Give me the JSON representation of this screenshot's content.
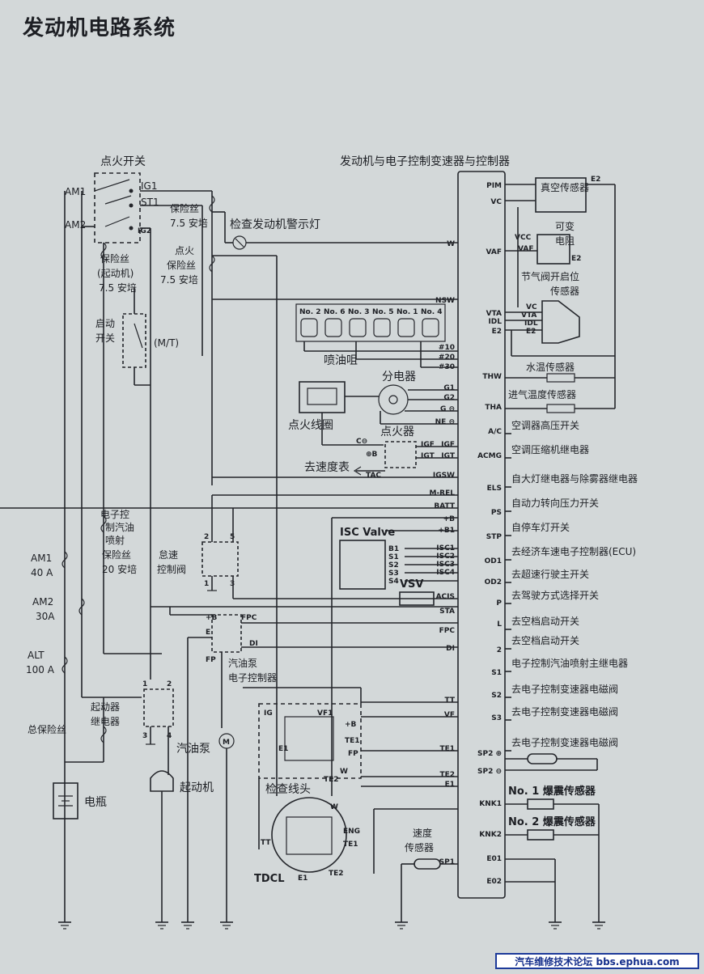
{
  "title": "发动机电路系统",
  "ecu": {
    "label": "发动机与电子控制变速器与控制器",
    "left_pins": [
      "W",
      "NSW",
      "#10",
      "#20",
      "#30",
      "G1",
      "G2",
      "G ⊖",
      "NE ⊖",
      "IGF",
      "IGT",
      "IGSW",
      "M-REL",
      "BATT",
      "+B",
      "+B1",
      "ISC1",
      "ISC2",
      "ISC3",
      "ISC4",
      "ACIS",
      "STA",
      "FPC",
      "DI",
      "TT",
      "VF",
      "TE1",
      "TE2",
      "E1",
      "SP1"
    ],
    "right_pins": [
      "PIM",
      "VC",
      "VAF",
      "VTA",
      "IDL",
      "E2",
      "THW",
      "THA",
      "A/C",
      "ACMG",
      "ELS",
      "PS",
      "STP",
      "OD1",
      "OD2",
      "P",
      "L",
      "2",
      "S1",
      "S2",
      "S3",
      "SP2 ⊕",
      "SP2 ⊖",
      "KNK1",
      "KNK2",
      "E01",
      "E02"
    ]
  },
  "ignition_switch": {
    "label": "点火开关",
    "terminals": [
      "AM1",
      "IG1",
      "ST1",
      "AM2",
      "IG2"
    ]
  },
  "fuses": {
    "gauge": [
      "保险丝",
      "7.5 安培"
    ],
    "starter": [
      "保险丝",
      "(起动机)",
      "7.5 安培"
    ],
    "ignition": [
      "点火",
      "保险丝",
      "7.5 安培"
    ],
    "efi": [
      "电子控",
      "制汽油",
      "喷射",
      "保险丝",
      "20 安培"
    ],
    "am1": [
      "AM1",
      "40 A"
    ],
    "am2": [
      "AM2",
      "30A"
    ],
    "alt": [
      "ALT",
      "100 A"
    ],
    "main": "总保险丝"
  },
  "warning_lamp": "检查发动机警示灯",
  "start_switch": {
    "label": [
      "启动",
      "开关"
    ],
    "note": "(M/T)"
  },
  "injectors": {
    "label": "喷油咀",
    "items": [
      "No. 2",
      "No. 6",
      "No. 3",
      "No. 5",
      "No. 1",
      "No. 4"
    ]
  },
  "distributor": "分电器",
  "ignition_coil": "点火线圈",
  "igniter": {
    "label": "点火器",
    "pins": [
      "C⊖",
      "⊕B",
      "IGF",
      "IGT",
      "TAC"
    ]
  },
  "tach": "去速度表",
  "idle_valve": {
    "label": [
      "怠速",
      "控制阀"
    ],
    "pins": [
      "2",
      "5",
      "1",
      "3"
    ]
  },
  "isc_valve": {
    "label": "ISC Valve",
    "pins": [
      "B1",
      "S1",
      "S2",
      "S3",
      "S4"
    ]
  },
  "vsv": "VSV",
  "fuel_pump_ecu": {
    "label": [
      "汽油泵",
      "电子控制器"
    ],
    "pins": [
      "+B",
      "FPC",
      "E",
      "DI",
      "FP"
    ]
  },
  "fuel_pump": "汽油泵",
  "starter_relay": {
    "label": [
      "起动器",
      "继电器"
    ],
    "pins": [
      "1",
      "2",
      "3",
      "4"
    ]
  },
  "starter": "起动机",
  "battery": "电瓶",
  "check_connector": {
    "label": "检查线头",
    "pins": [
      "IG",
      "VF1",
      "+B",
      "E1",
      "TE1",
      "FP",
      "TE2",
      "W"
    ]
  },
  "tdcl": {
    "label": "TDCL",
    "pins": [
      "W",
      "ENG",
      "TE1",
      "TE2",
      "E1",
      "TT"
    ]
  },
  "speed_sensor": [
    "速度",
    "传感器"
  ],
  "right_components": {
    "map_sensor": "真空传感器",
    "var_resistor": [
      "可变",
      "电阻"
    ],
    "vcc": "VCC",
    "vaf": "VAF",
    "vc": "VC",
    "vta": "VTA",
    "idl": "IDL",
    "e2": "E2",
    "tps": [
      "节气阀开启位",
      "传感器"
    ],
    "water_temp": "水温传感器",
    "intake_temp": "进气温度传感器",
    "ac_high": "空调器高压开关",
    "ac_relay": "空调压缩机继电器",
    "headlight": "自大灯继电器与除雾器继电器",
    "power_steering": "自动力转向压力开关",
    "stop_lamp": "自停车灯开关",
    "cruise_ecu": "去经济车速电子控制器(ECU)",
    "overdrive": "去超速行驶主开关",
    "mode_select": "去驾驶方式选择开关",
    "neutral_start_1": "去空档启动开关",
    "neutral_start_2": "去空档启动开关",
    "efi_relay": "电子控制汽油喷射主继电器",
    "solenoid_1": "去电子控制变速器电磁阀",
    "solenoid_2": "去电子控制变速器电磁阀",
    "solenoid_3": "去电子控制变速器电磁阀",
    "knock_1": "No. 1 爆震传感器",
    "knock_2": "No. 2 爆震传感器"
  },
  "watermark": "汽车维修技术论坛 bbs.ephua.com"
}
